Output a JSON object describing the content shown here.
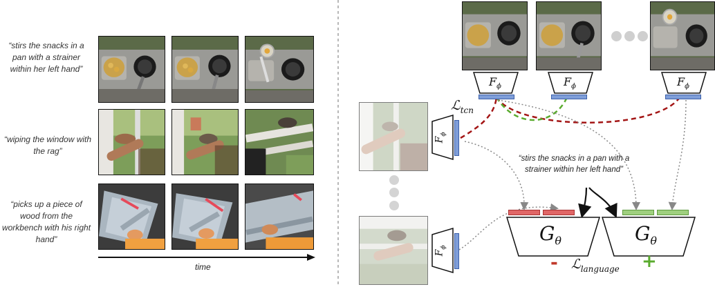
{
  "left_panel": {
    "captions": [
      "“stirs the snacks in a pan with a strainer within her left hand”",
      "“wiping the window with the rag”",
      "“picks up a piece of wood from the workbench with his right hand”"
    ],
    "time_label": "time"
  },
  "right_panel": {
    "encoder_label": "F",
    "encoder_sub": "ϕ",
    "decoder_label": "G",
    "decoder_sub": "θ",
    "loss_tcn": "ℒ",
    "loss_tcn_sub": "tcn",
    "loss_language": "ℒ",
    "loss_language_sub": "language",
    "query_caption": "“stirs the snacks in a pan with a strainer within her left hand”",
    "negative_sign": "-",
    "positive_sign": "+"
  },
  "colors": {
    "tcn_negative": "#a31515",
    "tcn_positive": "#5aab2e",
    "feature_blue": "#7f9ed9",
    "neg_feature": "#e06666",
    "pos_feature": "#9fcf7f"
  }
}
